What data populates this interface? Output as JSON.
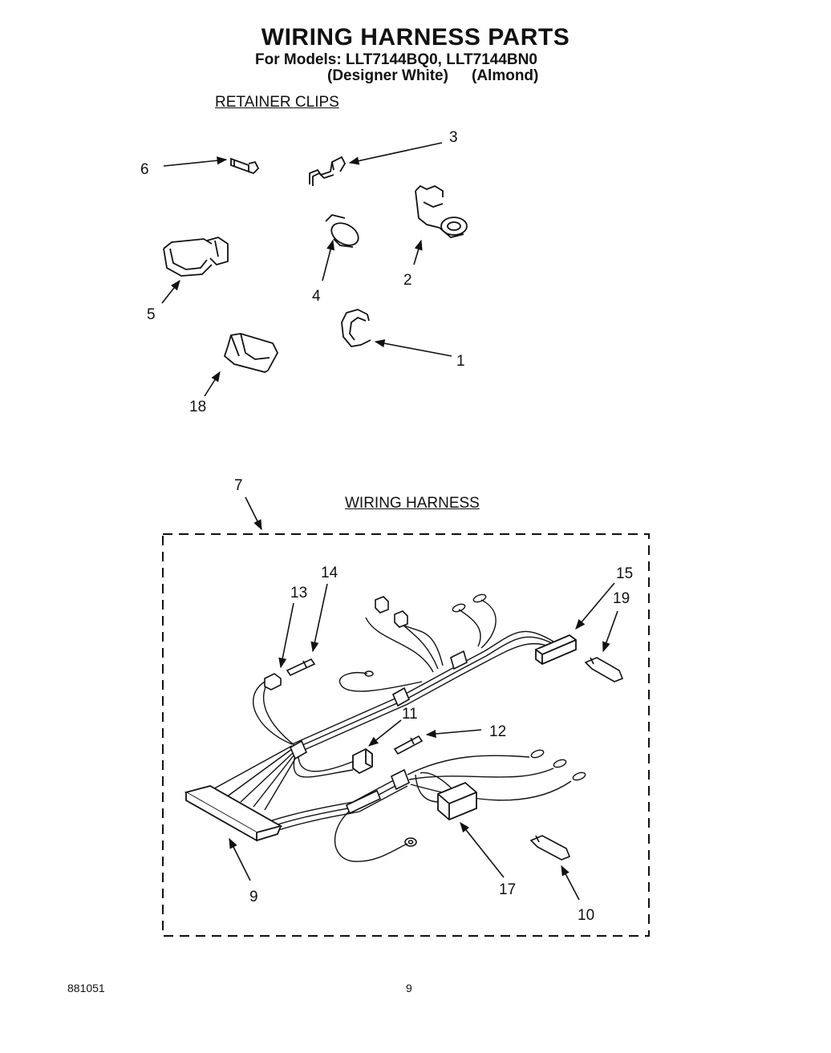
{
  "header": {
    "title": "WIRING HARNESS PARTS",
    "models_line": "For Models: LLT7144BQ0, LLT7144BN0",
    "finish_white": "(Designer White)",
    "finish_almond": "(Almond)"
  },
  "sections": {
    "retainer_clips": "RETAINER CLIPS",
    "wiring_harness": "WIRING HARNESS"
  },
  "callouts": {
    "c1": "1",
    "c2": "2",
    "c3": "3",
    "c4": "4",
    "c5": "5",
    "c6": "6",
    "c7": "7",
    "c9": "9",
    "c10": "10",
    "c11": "11",
    "c12": "12",
    "c13": "13",
    "c14": "14",
    "c15": "15",
    "c17": "17",
    "c18": "18",
    "c19": "19"
  },
  "footer": {
    "code": "881051",
    "page": "9"
  }
}
